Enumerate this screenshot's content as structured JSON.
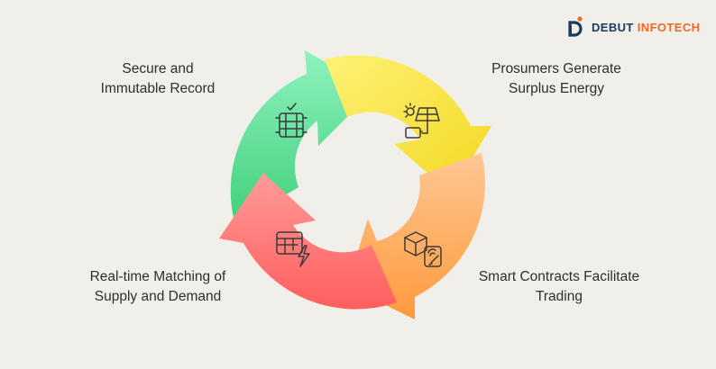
{
  "brand": {
    "name_part1": "DEBUT",
    "name_part2": "INFOTECH",
    "colors": {
      "navy": "#1f3a60",
      "orange": "#f06a25"
    }
  },
  "cycle": {
    "steps": [
      {
        "label_line1": "Secure and",
        "label_line2": "Immutable Record",
        "icon": "blockchain-database-icon",
        "color": "#57d98d"
      },
      {
        "label_line1": "Prosumers Generate",
        "label_line2": "Surplus Energy",
        "icon": "solar-battery-icon",
        "color": "#f7e23f"
      },
      {
        "label_line1": "Smart Contracts Facilitate",
        "label_line2": "Trading",
        "icon": "contract-package-icon",
        "color": "#ffa654"
      },
      {
        "label_line1": "Real-time Matching of",
        "label_line2": "Supply and Demand",
        "icon": "energy-grid-icon",
        "color": "#ff7a75"
      }
    ]
  }
}
